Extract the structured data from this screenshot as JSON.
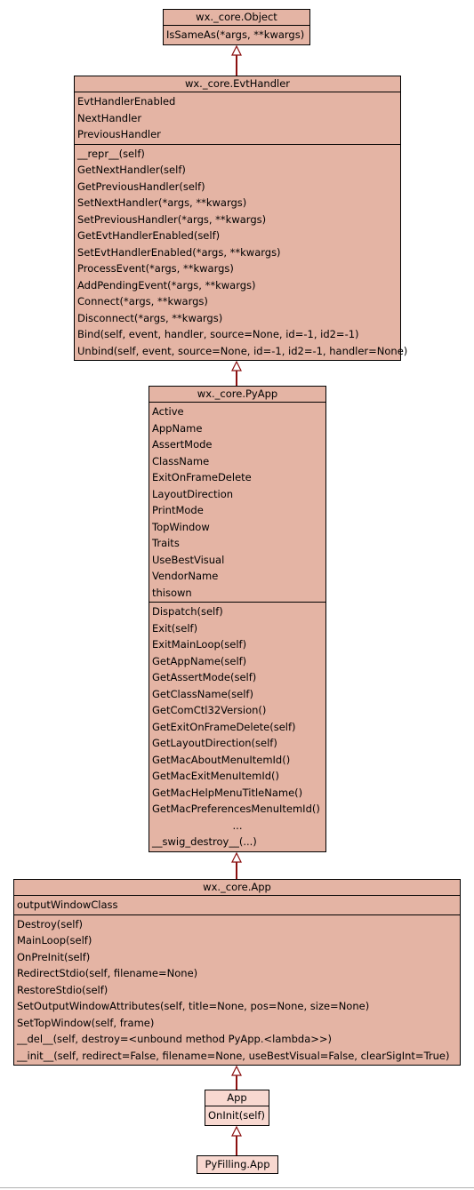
{
  "diagram": {
    "classes": [
      {
        "id": "object",
        "title": "wx._core.Object",
        "attributes": [],
        "methods": [
          "IsSameAs(*args, **kwargs)"
        ]
      },
      {
        "id": "evthandler",
        "title": "wx._core.EvtHandler",
        "attributes": [
          "EvtHandlerEnabled",
          "NextHandler",
          "PreviousHandler"
        ],
        "methods": [
          "__repr__(self)",
          "GetNextHandler(self)",
          "GetPreviousHandler(self)",
          "SetNextHandler(*args, **kwargs)",
          "SetPreviousHandler(*args, **kwargs)",
          "GetEvtHandlerEnabled(self)",
          "SetEvtHandlerEnabled(*args, **kwargs)",
          "ProcessEvent(*args, **kwargs)",
          "AddPendingEvent(*args, **kwargs)",
          "Connect(*args, **kwargs)",
          "Disconnect(*args, **kwargs)",
          "Bind(self, event, handler, source=None, id=-1, id2=-1)",
          "Unbind(self, event, source=None, id=-1, id2=-1, handler=None)"
        ]
      },
      {
        "id": "pyapp",
        "title": "wx._core.PyApp",
        "attributes": [
          "Active",
          "AppName",
          "AssertMode",
          "ClassName",
          "ExitOnFrameDelete",
          "LayoutDirection",
          "PrintMode",
          "TopWindow",
          "Traits",
          "UseBestVisual",
          "VendorName",
          "thisown"
        ],
        "methods": [
          "Dispatch(self)",
          "Exit(self)",
          "ExitMainLoop(self)",
          "GetAppName(self)",
          "GetAssertMode(self)",
          "GetClassName(self)",
          "GetComCtl32Version()",
          "GetExitOnFrameDelete(self)",
          "GetLayoutDirection(self)",
          "GetMacAboutMenuItemId()",
          "GetMacExitMenuItemId()",
          "GetMacHelpMenuTitleName()",
          "GetMacPreferencesMenuItemId()",
          "...",
          "__swig_destroy__(...)"
        ]
      },
      {
        "id": "app_core",
        "title": "wx._core.App",
        "attributes": [
          "outputWindowClass"
        ],
        "methods": [
          "Destroy(self)",
          "MainLoop(self)",
          "OnPreInit(self)",
          "RedirectStdio(self, filename=None)",
          "RestoreStdio(self)",
          "SetOutputWindowAttributes(self, title=None, pos=None, size=None)",
          "SetTopWindow(self, frame)",
          "__del__(self, destroy=<unbound method PyApp.<lambda>>)",
          "__init__(self, redirect=False, filename=None, useBestVisual=False, clearSigInt=True)"
        ]
      },
      {
        "id": "app",
        "title": "App",
        "attributes": [],
        "methods": [
          "OnInit(self)"
        ]
      },
      {
        "id": "pyfilling_app",
        "title": "PyFilling.App",
        "attributes": [],
        "methods": []
      }
    ],
    "edges": [
      {
        "from": "evthandler",
        "to": "object",
        "type": "inheritance"
      },
      {
        "from": "pyapp",
        "to": "evthandler",
        "type": "inheritance"
      },
      {
        "from": "app_core",
        "to": "pyapp",
        "type": "inheritance"
      },
      {
        "from": "app",
        "to": "app_core",
        "type": "inheritance"
      },
      {
        "from": "pyfilling_app",
        "to": "app",
        "type": "inheritance"
      }
    ]
  }
}
